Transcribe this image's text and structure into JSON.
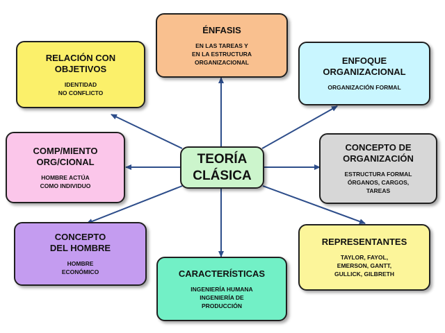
{
  "diagram": {
    "center": {
      "title": "TEORÍA\nCLÁSICA",
      "color": "#ccf5cc"
    },
    "nodes": {
      "enfasis": {
        "title": "ÉNFASIS",
        "body": "EN LAS TAREAS Y\nEN LA ESTRUCTURA\nORGANIZACIONAL",
        "color": "#f9c08f"
      },
      "relacion": {
        "title": "RELACIÓN CON\nOBJETIVOS",
        "body": "IDENTIDAD\nNO CONFLICTO",
        "color": "#fbf06a"
      },
      "enfoque": {
        "title": "ENFOQUE\nORGANIZACIONAL",
        "body": "ORGANIZACIÓN FORMAL",
        "color": "#c9f6ff"
      },
      "comportamiento": {
        "title": "COMP/MIENTO\nORG/CIONAL",
        "body": "HOMBRE ACTÚA\nCOMO INDIVIDUO",
        "color": "#fbc6ea"
      },
      "concepto_org": {
        "title": "CONCEPTO DE\nORGANIZACIÓN",
        "body": "ESTRUCTURA FORMAL\nÓRGANOS, CARGOS,\nTAREAS",
        "color": "#d7d7d7"
      },
      "concepto_hombre": {
        "title": "CONCEPTO\nDEL HOMBRE",
        "body": "HOMBRE\nECONÓMICO",
        "color": "#c49cf0"
      },
      "caracteristicas": {
        "title": "CARACTERÍSTICAS",
        "body": "INGENIERÍA HUMANA\nINGENIERÍA DE\nPRODUCCIÓN",
        "color": "#72f0c6"
      },
      "representantes": {
        "title": "REPRESENTANTES",
        "body": "TAYLOR, FAYOL,\nEMERSON, GANTT,\nGULLICK, GILBRETH",
        "color": "#fcf59a"
      }
    },
    "arrow_color": "#2d4d8a"
  }
}
